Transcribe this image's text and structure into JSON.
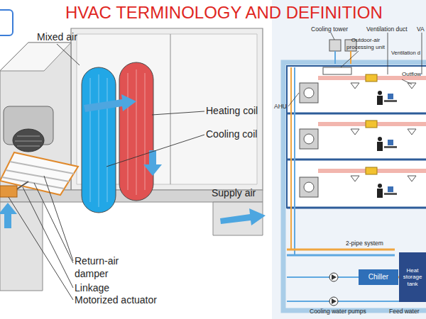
{
  "diagram": {
    "title": "HVAC TERMINOLOGY AND DEFINITION",
    "nodes": [
      {
        "text": [
          "Chiller"
        ]
      },
      {
        "text": [
          "Heat storage tank"
        ]
      }
    ],
    "edges": [
      {
        "from": 0,
        "to": 1,
        "arrow": "none"
      }
    ],
    "labels": [
      "Mixed air",
      "Heating coil",
      "Cooling coil",
      "Supply air",
      "Return-air damper",
      "Linkage",
      "Motorized actuator",
      "Cooling tower",
      "Outdoor-air processing unit",
      "Ventilation duct",
      "VA",
      "Ventilation d",
      "AHU",
      "Outflow",
      "2-pipe system",
      "Cooling water pumps",
      "Feed water"
    ]
  }
}
